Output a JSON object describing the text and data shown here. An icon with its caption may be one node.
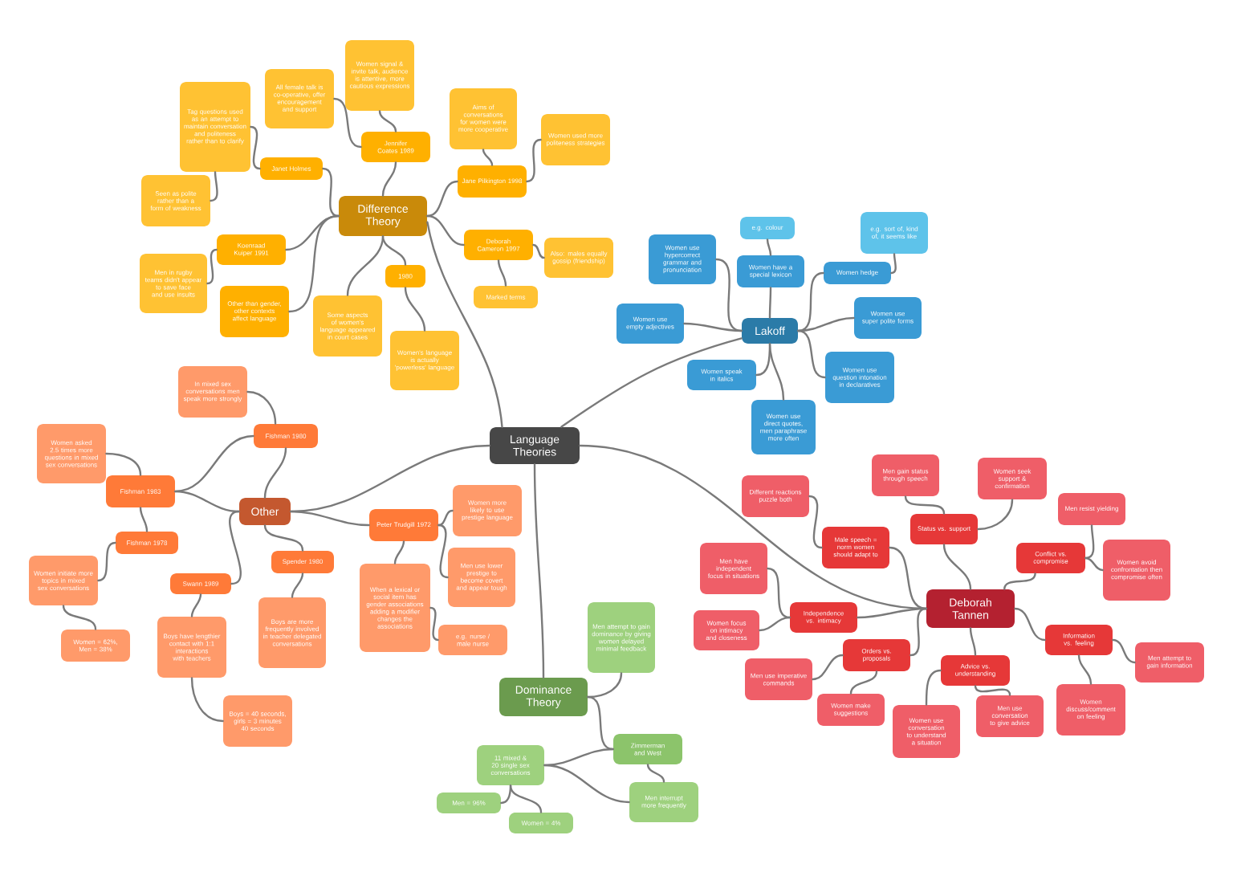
{
  "diagram": {
    "nodes": [
      {
        "text": [
          "Language Theories"
        ]
      },
      {
        "text": [
          "Difference Theory"
        ]
      },
      {
        "text": [
          "Jennifer Coates 1989"
        ]
      },
      {
        "text": [
          "Women signal & invite talk, audience is attentive, more cautious expressions"
        ]
      },
      {
        "text": [
          "All female talk is co-operative, offer encouragement and support"
        ]
      },
      {
        "text": [
          "Janet Holmes"
        ]
      },
      {
        "text": [
          "Tag questions used as an attempt to maintain conversation and politeness rather than to clarify"
        ]
      },
      {
        "text": [
          "Seen as polite rather than a form of weakness"
        ]
      },
      {
        "text": [
          "Koenraad Kuiper 1991"
        ]
      },
      {
        "text": [
          "Men in rugby teams didn't appear to save face and use insults"
        ]
      },
      {
        "text": [
          "Other than gender, other contexts affect language"
        ]
      },
      {
        "text": [
          "Some aspects of women's language appeared in court cases"
        ]
      },
      {
        "text": [
          "1980"
        ]
      },
      {
        "text": [
          "Women's language is actually 'powerless' language"
        ]
      },
      {
        "text": [
          "Jane Pilkington 1998"
        ]
      },
      {
        "text": [
          "Aims of conversations for women were more cooperative"
        ]
      },
      {
        "text": [
          "Women used more politeness strategies"
        ]
      },
      {
        "text": [
          "Deborah Cameron 1997"
        ]
      },
      {
        "text": [
          "Also: males equally gossip (friendship)"
        ]
      },
      {
        "text": [
          "Marked terms"
        ]
      },
      {
        "text": [
          "Lakoff"
        ]
      },
      {
        "text": [
          "Women have a special lexicon"
        ]
      },
      {
        "text": [
          "e.g. colour"
        ]
      },
      {
        "text": [
          "Women use hypercorrect grammar and pronunciation"
        ]
      },
      {
        "text": [
          "Women use empty adjectives"
        ]
      },
      {
        "text": [
          "Women speak in italics"
        ]
      },
      {
        "text": [
          "Women use direct quotes, men paraphrase more often"
        ]
      },
      {
        "text": [
          "Women use question intonation in declaratives"
        ]
      },
      {
        "text": [
          "Women use super polite forms"
        ]
      },
      {
        "text": [
          "Women hedge"
        ]
      },
      {
        "text": [
          "e.g. sort of, kind of, it seems like"
        ]
      },
      {
        "text": [
          "Other"
        ]
      },
      {
        "text": [
          "Fishman 1980"
        ]
      },
      {
        "text": [
          "In mixed sex conversations men speak more strongly"
        ]
      },
      {
        "text": [
          "Fishman 1983"
        ]
      },
      {
        "text": [
          "Women asked 2.5 times more questions in mixed sex conversations"
        ]
      },
      {
        "text": [
          "Fishman 1978"
        ]
      },
      {
        "text": [
          "Women initiate more topics in mixed sex conversations"
        ]
      },
      {
        "text": [
          "Women = 62%, Men = 38%"
        ]
      },
      {
        "text": [
          "Swann 1989"
        ]
      },
      {
        "text": [
          "Boys have lengthier contact with 1:1 interactions with teachers"
        ]
      },
      {
        "text": [
          "Boys = 40 seconds, girls = 3 minutes 40 seconds"
        ]
      },
      {
        "text": [
          "Spender 1980"
        ]
      },
      {
        "text": [
          "Boys are more frequently involved in teacher delegated conversations"
        ]
      },
      {
        "text": [
          "Peter Trudgill 1972"
        ]
      },
      {
        "text": [
          "Women more likely to use prestige language"
        ]
      },
      {
        "text": [
          "Men use lower prestige to become covert and appear tough"
        ]
      },
      {
        "text": [
          "When a lexical or social item has gender associations adding a modifier changes the associations"
        ]
      },
      {
        "text": [
          "e.g. nurse / male nurse"
        ]
      },
      {
        "text": [
          "Dominance Theory"
        ]
      },
      {
        "text": [
          "Men attempt to gain dominance by giving women delayed minimal feedback"
        ]
      },
      {
        "text": [
          "Zimmerman and West"
        ]
      },
      {
        "text": [
          "11 mixed & 20 single sex conversations"
        ]
      },
      {
        "text": [
          "Men = 96%"
        ]
      },
      {
        "text": [
          "Women = 4%"
        ]
      },
      {
        "text": [
          "Men interrupt more frequently"
        ]
      },
      {
        "text": [
          "Deborah Tannen"
        ]
      },
      {
        "text": [
          "Status vs. support"
        ]
      },
      {
        "text": [
          "Men gain status through speech"
        ]
      },
      {
        "text": [
          "Women seek support & confirmation"
        ]
      },
      {
        "text": [
          "Male speech = norm women should adapt to"
        ]
      },
      {
        "text": [
          "Different reactions puzzle both"
        ]
      },
      {
        "text": [
          "Conflict vs. compromise"
        ]
      },
      {
        "text": [
          "Men resist yielding"
        ]
      },
      {
        "text": [
          "Women avoid confrontation then compromise often"
        ]
      },
      {
        "text": [
          "Independence vs. intimacy"
        ]
      },
      {
        "text": [
          "Men have independent focus in situations"
        ]
      },
      {
        "text": [
          "Women focus on intimacy and closeness"
        ]
      },
      {
        "text": [
          "Orders vs. proposals"
        ]
      },
      {
        "text": [
          "Men use imperative commands"
        ]
      },
      {
        "text": [
          "Women make suggestions"
        ]
      },
      {
        "text": [
          "Advice vs. understanding"
        ]
      },
      {
        "text": [
          "Women use conversation to understand a situation"
        ]
      },
      {
        "text": [
          "Men use conversation to give advice"
        ]
      },
      {
        "text": [
          "Information vs. feeling"
        ]
      },
      {
        "text": [
          "Men attempt to gain information"
        ]
      },
      {
        "text": [
          "Women discuss/comment on feeling"
        ]
      }
    ],
    "edges": [
      {
        "from": 0,
        "to": 1,
        "arrow": "none"
      },
      {
        "from": 0,
        "to": 20,
        "arrow": "none"
      },
      {
        "from": 0,
        "to": 31,
        "arrow": "none"
      },
      {
        "from": 0,
        "to": 49,
        "arrow": "none"
      },
      {
        "from": 0,
        "to": 56,
        "arrow": "none"
      },
      {
        "from": 1,
        "to": 2,
        "arrow": "none"
      },
      {
        "from": 2,
        "to": 3,
        "arrow": "none"
      },
      {
        "from": 2,
        "to": 4,
        "arrow": "none"
      },
      {
        "from": 1,
        "to": 5,
        "arrow": "none"
      },
      {
        "from": 5,
        "to": 6,
        "arrow": "none"
      },
      {
        "from": 6,
        "to": 7,
        "arrow": "none"
      },
      {
        "from": 1,
        "to": 8,
        "arrow": "none"
      },
      {
        "from": 8,
        "to": 9,
        "arrow": "none"
      },
      {
        "from": 1,
        "to": 10,
        "arrow": "none"
      },
      {
        "from": 1,
        "to": 11,
        "arrow": "none"
      },
      {
        "from": 1,
        "to": 12,
        "arrow": "none"
      },
      {
        "from": 12,
        "to": 13,
        "arrow": "none"
      },
      {
        "from": 1,
        "to": 14,
        "arrow": "none"
      },
      {
        "from": 14,
        "to": 15,
        "arrow": "none"
      },
      {
        "from": 14,
        "to": 16,
        "arrow": "none"
      },
      {
        "from": 1,
        "to": 17,
        "arrow": "none"
      },
      {
        "from": 17,
        "to": 18,
        "arrow": "none"
      },
      {
        "from": 17,
        "to": 19,
        "arrow": "none"
      },
      {
        "from": 20,
        "to": 21,
        "arrow": "none"
      },
      {
        "from": 21,
        "to": 22,
        "arrow": "none"
      },
      {
        "from": 20,
        "to": 23,
        "arrow": "none"
      },
      {
        "from": 20,
        "to": 24,
        "arrow": "none"
      },
      {
        "from": 20,
        "to": 25,
        "arrow": "none"
      },
      {
        "from": 20,
        "to": 26,
        "arrow": "none"
      },
      {
        "from": 20,
        "to": 27,
        "arrow": "none"
      },
      {
        "from": 20,
        "to": 28,
        "arrow": "none"
      },
      {
        "from": 20,
        "to": 29,
        "arrow": "none"
      },
      {
        "from": 29,
        "to": 30,
        "arrow": "none"
      },
      {
        "from": 31,
        "to": 32,
        "arrow": "none"
      },
      {
        "from": 32,
        "to": 33,
        "arrow": "none"
      },
      {
        "from": 31,
        "to": 34,
        "arrow": "none"
      },
      {
        "from": 34,
        "to": 32,
        "arrow": "none"
      },
      {
        "from": 34,
        "to": 35,
        "arrow": "none"
      },
      {
        "from": 34,
        "to": 36,
        "arrow": "none"
      },
      {
        "from": 36,
        "to": 37,
        "arrow": "none"
      },
      {
        "from": 37,
        "to": 38,
        "arrow": "none"
      },
      {
        "from": 31,
        "to": 39,
        "arrow": "none"
      },
      {
        "from": 39,
        "to": 40,
        "arrow": "none"
      },
      {
        "from": 40,
        "to": 41,
        "arrow": "none"
      },
      {
        "from": 31,
        "to": 42,
        "arrow": "none"
      },
      {
        "from": 42,
        "to": 43,
        "arrow": "none"
      },
      {
        "from": 31,
        "to": 44,
        "arrow": "none"
      },
      {
        "from": 44,
        "to": 45,
        "arrow": "none"
      },
      {
        "from": 44,
        "to": 46,
        "arrow": "none"
      },
      {
        "from": 44,
        "to": 47,
        "arrow": "none"
      },
      {
        "from": 47,
        "to": 48,
        "arrow": "none"
      },
      {
        "from": 49,
        "to": 50,
        "arrow": "none"
      },
      {
        "from": 49,
        "to": 51,
        "arrow": "none"
      },
      {
        "from": 51,
        "to": 52,
        "arrow": "none"
      },
      {
        "from": 52,
        "to": 55,
        "arrow": "none"
      },
      {
        "from": 51,
        "to": 55,
        "arrow": "none"
      },
      {
        "from": 52,
        "to": 53,
        "arrow": "none"
      },
      {
        "from": 52,
        "to": 54,
        "arrow": "none"
      },
      {
        "from": 56,
        "to": 57,
        "arrow": "none"
      },
      {
        "from": 57,
        "to": 58,
        "arrow": "none"
      },
      {
        "from": 57,
        "to": 59,
        "arrow": "none"
      },
      {
        "from": 56,
        "to": 60,
        "arrow": "none"
      },
      {
        "from": 60,
        "to": 61,
        "arrow": "none"
      },
      {
        "from": 56,
        "to": 62,
        "arrow": "none"
      },
      {
        "from": 62,
        "to": 63,
        "arrow": "none"
      },
      {
        "from": 62,
        "to": 64,
        "arrow": "none"
      },
      {
        "from": 56,
        "to": 65,
        "arrow": "none"
      },
      {
        "from": 65,
        "to": 66,
        "arrow": "none"
      },
      {
        "from": 65,
        "to": 67,
        "arrow": "none"
      },
      {
        "from": 56,
        "to": 68,
        "arrow": "none"
      },
      {
        "from": 68,
        "to": 69,
        "arrow": "none"
      },
      {
        "from": 68,
        "to": 70,
        "arrow": "none"
      },
      {
        "from": 56,
        "to": 71,
        "arrow": "none"
      },
      {
        "from": 71,
        "to": 72,
        "arrow": "none"
      },
      {
        "from": 71,
        "to": 73,
        "arrow": "none"
      },
      {
        "from": 56,
        "to": 74,
        "arrow": "none"
      },
      {
        "from": 74,
        "to": 75,
        "arrow": "none"
      },
      {
        "from": 74,
        "to": 76,
        "arrow": "none"
      }
    ]
  }
}
